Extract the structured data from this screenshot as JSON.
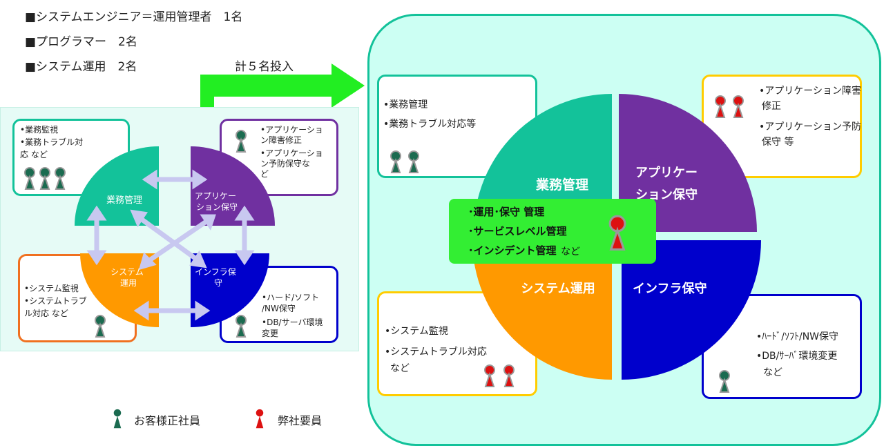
{
  "header": {
    "line1": "■システムエンジニア＝運用管理者　1名",
    "line2": "■プログラマー　2名",
    "line3": "■システム運用　2名",
    "total": "計５名投入"
  },
  "left": {
    "box_biz": [
      "•業務監視",
      "•業務トラブル対",
      "応 など"
    ],
    "box_app": [
      "•アプリケーショ",
      "ン障害修正",
      "•アプリケーショ",
      "ン予防保守な",
      "ど"
    ],
    "box_sys": [
      "•システム監視",
      "•システムトラブ",
      "ル対応 など"
    ],
    "box_infra": [
      "•ハード/ソフト",
      "/NW保守",
      "•DB/サーバ環境",
      "変更"
    ],
    "q_biz": "業務管理",
    "q_app": [
      "アプリケー",
      "ション保守"
    ],
    "q_sys": [
      "システム",
      "運用"
    ],
    "q_infra": [
      "インフラ保",
      "守"
    ]
  },
  "right": {
    "box_biz": [
      "•業務管理",
      "•業務トラブル対応等"
    ],
    "box_app": [
      "•アプリケーション障害",
      "修正",
      "•アプリケーション予防",
      "保守 等"
    ],
    "box_sys": [
      "•システム監視",
      "•システムトラブル対応",
      "など"
    ],
    "box_infra": [
      "•ﾊｰﾄﾞ/ｿﾌﾄ/NW保守",
      "•DB/ｻｰﾊﾞ環境変更",
      "など"
    ],
    "q_biz": "業務管理",
    "q_app": [
      "アプリケー",
      "ション保守"
    ],
    "q_sys": "システム運用",
    "q_infra": "インフラ保守",
    "center": [
      "･運用･保守 管理",
      "･サービスレベル管理",
      "･インシデント管理",
      "など"
    ]
  },
  "legend": {
    "customer": "お客様正社員",
    "company": "弊社要員"
  },
  "colors": {
    "biz": "#13c29a",
    "app": "#7030a0",
    "sys": "#ff9900",
    "infra": "#0000cc",
    "green_arrow": "#22ee22",
    "center_box": "#33ee33",
    "panel_bg": "#ccfff3",
    "left_panel_bg": "#e6fbf6",
    "customer_icon": "#1b6b50",
    "company_icon": "#dd1111"
  }
}
